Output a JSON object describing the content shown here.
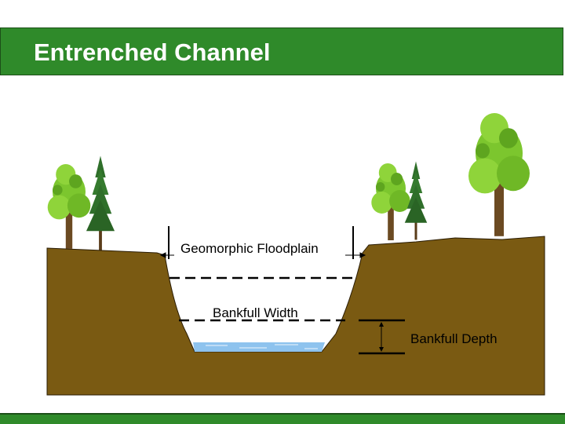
{
  "title": "Entrenched Channel",
  "labels": {
    "floodplain": "Geomorphic Floodplain",
    "width": "Bankfull  Width",
    "depth": "Bankfull  Depth"
  },
  "colors": {
    "title_bar": "#2f8a2a",
    "earth": "#7a5a12",
    "water": "#8ec3ee",
    "foliage": "#7cc62e",
    "conifer": "#2f6f2a",
    "trunk": "#6b4a22"
  },
  "icons": [
    "deciduous-tree-icon",
    "conifer-tree-icon"
  ]
}
